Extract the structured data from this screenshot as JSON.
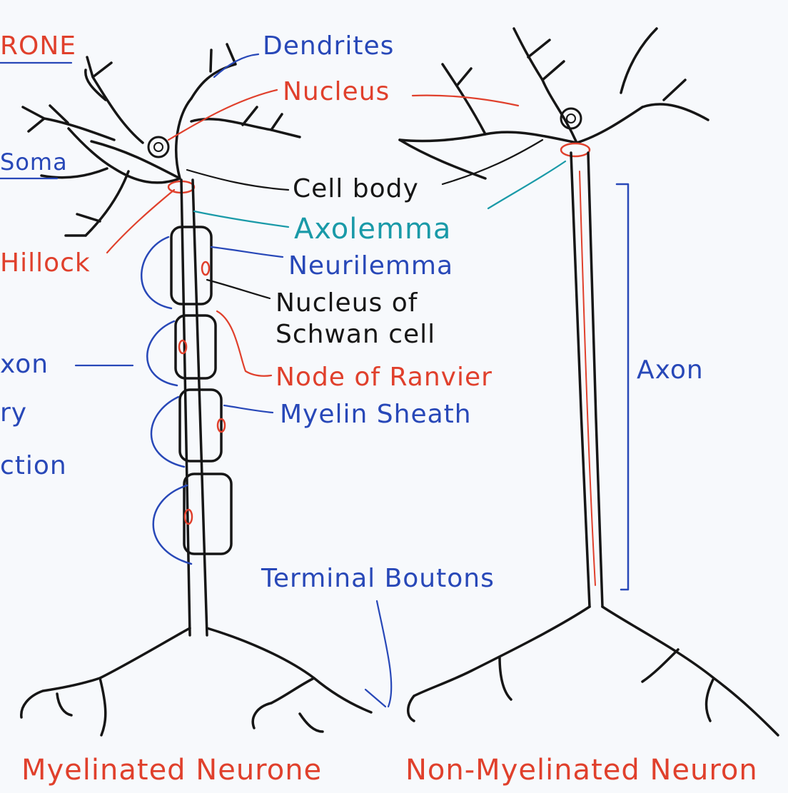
{
  "labels": {
    "dendrites": "Dendrites",
    "nucleus": "Nucleus",
    "cell_body": "Cell body",
    "axolemma": "Axolemma",
    "neurilemma": "Neurilemma",
    "nucleus_of_schwan_line1": "Nucleus of",
    "nucleus_of_schwan_line2": "Schwan cell",
    "node_of_ranvier": "Node of Ranvier",
    "myelin_sheath": "Myelin Sheath",
    "terminal_boutons": "Terminal Boutons",
    "axon_right": "Axon",
    "hillock_partial": "Hillock",
    "soma_partial": "Soma",
    "neurone_partial": "RONE",
    "axon_left_partial": "xon",
    "left_ry_partial": "ry",
    "left_ction_partial": "ction"
  },
  "captions": {
    "left": "Myelinated Neurone",
    "right": "Non-Myelinated Neuron"
  },
  "colors": {
    "board": "#f7f9fc",
    "blue": "#2848b8",
    "red": "#e0402c",
    "teal": "#1a9aa8",
    "black": "#161616"
  }
}
